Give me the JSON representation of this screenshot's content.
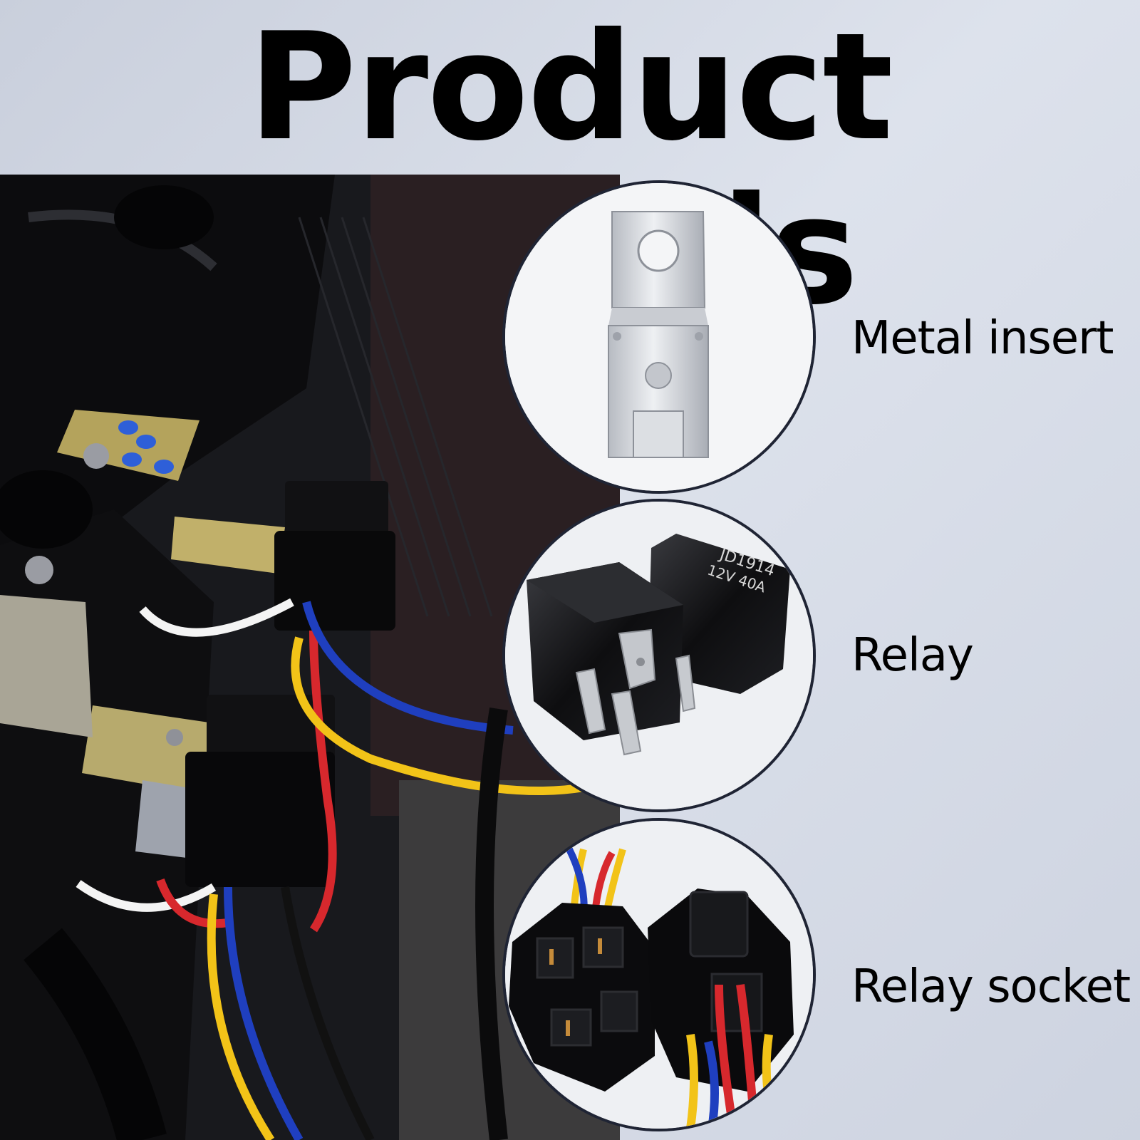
{
  "page": {
    "title": "Product Details"
  },
  "products": [
    {
      "label": "Metal insert",
      "icon": "metal-insert-icon"
    },
    {
      "label": "Relay",
      "icon": "relay-icon"
    },
    {
      "label": "Relay socket",
      "icon": "relay-socket-icon"
    }
  ],
  "relay_markings": {
    "model": "JD1914",
    "rating": "12V 40A"
  },
  "colors": {
    "background": "#d4d9e4",
    "title_text": "#000000",
    "circle_border": "#1f2434",
    "wire_red": "#d7282d",
    "wire_blue": "#1f3fbf",
    "wire_yellow": "#f2c318",
    "wire_white": "#f4f4f4"
  }
}
